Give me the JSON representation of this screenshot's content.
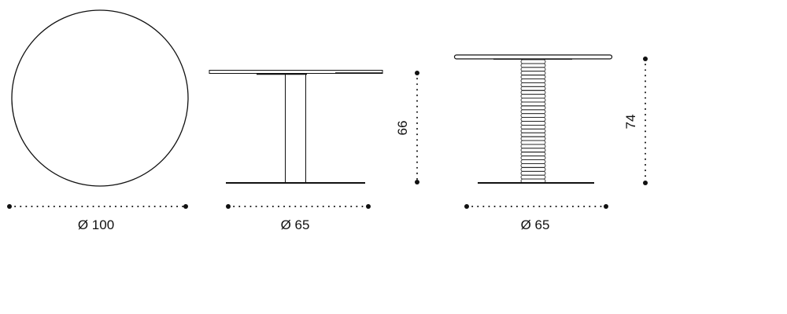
{
  "drawings": [
    {
      "view": "top",
      "diameter_label": "Ø 100"
    },
    {
      "view": "side-low",
      "diameter_label": "Ø 65",
      "height_label": "66"
    },
    {
      "view": "side-high",
      "diameter_label": "Ø 65",
      "height_label": "74",
      "ring_count": 32
    }
  ]
}
